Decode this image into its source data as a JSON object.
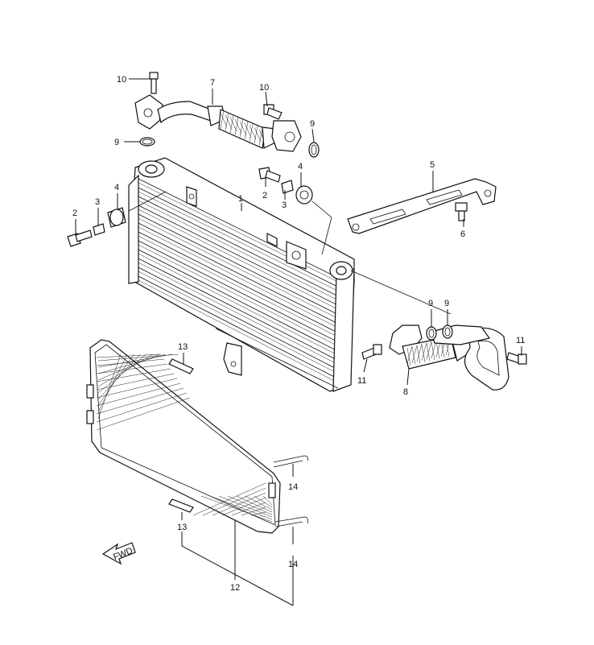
{
  "diagram": {
    "callouts": [
      "1",
      "2",
      "2",
      "3",
      "3",
      "4",
      "4",
      "5",
      "6",
      "7",
      "8",
      "9",
      "9",
      "9",
      "9",
      "10",
      "10",
      "11",
      "11",
      "12",
      "13",
      "13",
      "14",
      "14"
    ]
  },
  "fwd_arrow": {
    "label": "FWD"
  },
  "colors": {
    "ink": "#111111",
    "background": "#ffffff"
  }
}
